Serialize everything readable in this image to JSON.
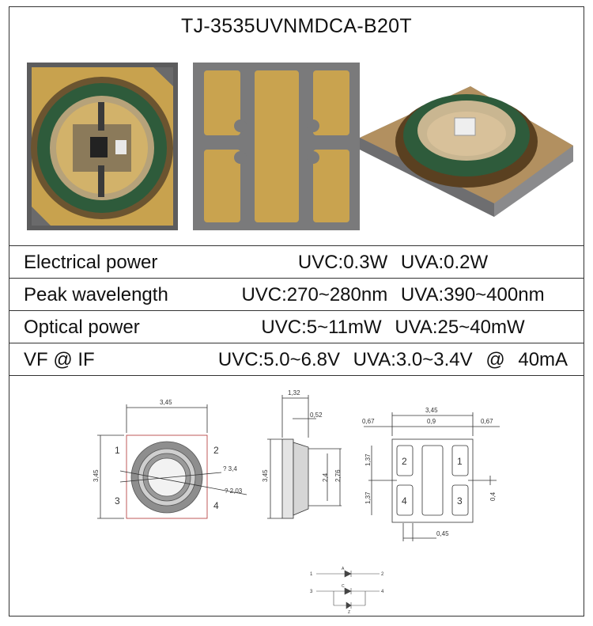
{
  "title": "TJ-3535UVNMDCA-B20T",
  "specs": [
    {
      "label": "Electrical power",
      "value": "UVC:0.3W UVA:0.2W"
    },
    {
      "label": "Peak wavelength",
      "value": "UVC:270~280nm UVA:390~400nm"
    },
    {
      "label": "Optical power",
      "value": "UVC:5~11mW UVA:25~40mW"
    },
    {
      "label": "VF @ IF",
      "value": "UVC:5.0~6.8V UVA:3.0~3.4V @ 40mA"
    }
  ],
  "drawing_top": {
    "width": "3,45",
    "height": "3,45",
    "pins": [
      "1",
      "2",
      "3",
      "4"
    ],
    "outer_dia": "? 3,4",
    "inner_dia": "? 2,03"
  },
  "drawing_side": {
    "total": "1,32",
    "lens": "0,52",
    "height": "3,45",
    "inner": "2,4",
    "outer": "2,76"
  },
  "drawing_bottom": {
    "width": "3,45",
    "edge_left": "0,67",
    "center": "0,9",
    "edge_right": "0,67",
    "pad_h_top": "1,37",
    "pad_h_bottom": "1,37",
    "gap": "0,4",
    "pad_w": "0,45",
    "pins": [
      "2",
      "1",
      "4",
      "3"
    ]
  },
  "circuit": {
    "top_pins": [
      "1",
      "2"
    ],
    "bottom_pins": [
      "3",
      "4"
    ],
    "top_label": "A",
    "bottom_label": "C",
    "zener_label": "Z"
  },
  "colors": {
    "gold": "#c9a34f",
    "green_ring": "#2f5f3d",
    "ceramic": "#6f6f70",
    "outline_red": "#b03030"
  }
}
